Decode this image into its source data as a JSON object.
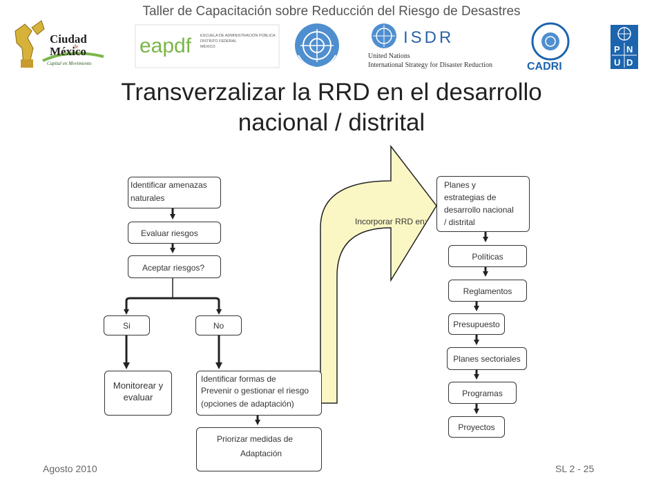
{
  "header": {
    "caption": "Taller de Capacitación sobre Reducción del Riesgo de Desastres"
  },
  "logos": {
    "ciudad_mexico": {
      "line1": "Ciudad",
      "line2": "México",
      "small": "de",
      "tagline": "Capital en Movimiento"
    },
    "eapdf": {
      "mark": "eapdf",
      "line1": "ESCUELA DE ADMINISTRACIÓN PÚBLICA",
      "line2": "DISTRITO FEDERAL",
      "line3": "MÉXICO"
    },
    "isdr": {
      "mark": "ISDR",
      "line1": "United Nations",
      "line2": "International Strategy for Disaster Reduction"
    },
    "cadri": {
      "mark": "CADRI"
    },
    "pnud": {
      "letters": [
        "P",
        "N",
        "U",
        "D"
      ]
    }
  },
  "title": {
    "line1": "Transverzalizar la RRD en el desarrollo",
    "line2": "nacional / distrital"
  },
  "left_flow": {
    "identify": [
      "Identificar amenazas",
      "naturales"
    ],
    "evaluate": "Evaluar riesgos",
    "accept": "Aceptar riesgos?",
    "yes": "Si",
    "no": "No",
    "monitor": [
      "Monitorear y",
      "evaluar"
    ],
    "identify_forms": [
      "Identificar formas de",
      "Prevenir o gestionar el riesgo",
      "(opciones de adaptación)"
    ],
    "prioritize": [
      "Priorizar medidas de",
      "Adaptación"
    ]
  },
  "arrow_label": "Incorporar RRD en:",
  "right_flow": {
    "plans": [
      "Planes y",
      "estrategias de",
      "desarrollo nacional",
      "/ distrital"
    ],
    "items": [
      "Políticas",
      "Reglamentos",
      "Presupuesto",
      "Planes sectoriales",
      "Programas",
      "Proyectos"
    ]
  },
  "footer": {
    "date": "Agosto 2010",
    "slide": "SL 2 - 25"
  },
  "colors": {
    "arrow_fill": "#fbf7c4",
    "un_blue": "#4f8fd0",
    "pnud_blue": "#1c64ae",
    "eapdf_green": "#7ab648"
  }
}
